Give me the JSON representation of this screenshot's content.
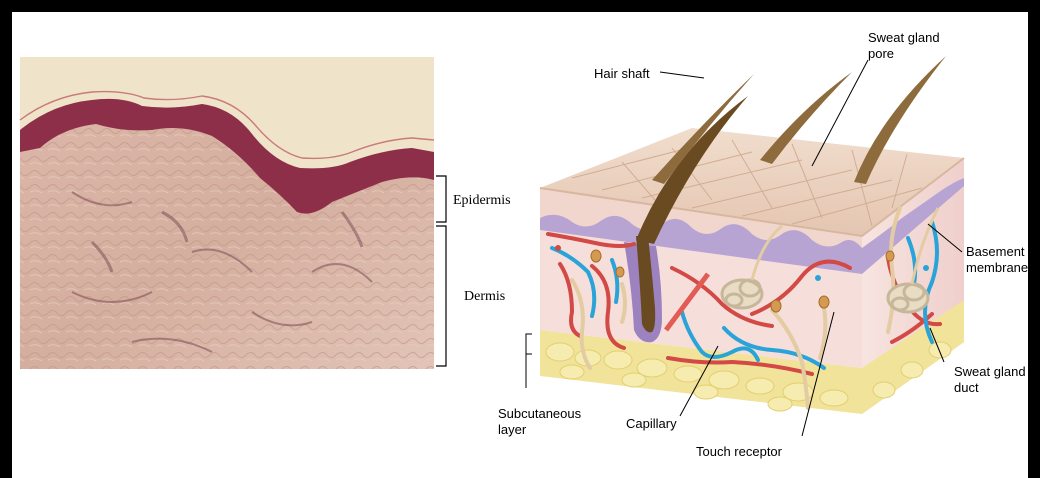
{
  "left_labels": {
    "epidermis": "Epidermis",
    "dermis": "Dermis"
  },
  "diagram_labels": {
    "hair_shaft": "Hair shaft",
    "sweat_gland_pore_line1": "Sweat gland",
    "sweat_gland_pore_line2": "pore",
    "basement_line1": "Basement",
    "basement_line2": "membrane",
    "sweat_duct_line1": "Sweat gland",
    "sweat_duct_line2": "duct",
    "subcutaneous_line1": "Subcutaneous",
    "subcutaneous_line2": "layer",
    "capillary": "Capillary",
    "touch_receptor": "Touch receptor"
  },
  "colors": {
    "frame_border": "#000000",
    "histology_bg": "#d9b7a8",
    "epidermis_stain": "#8e2f4a",
    "skin_surface": "#ead3c2",
    "basement_purple": "#b7a3d2",
    "dermis_pink": "#f5dcd9",
    "fat_yellow": "#f2e48c",
    "hair_brown": "#6a4a20",
    "artery_red": "#d24945",
    "vein_blue": "#2aa4d8",
    "nerve_tan": "#e3cba2"
  }
}
